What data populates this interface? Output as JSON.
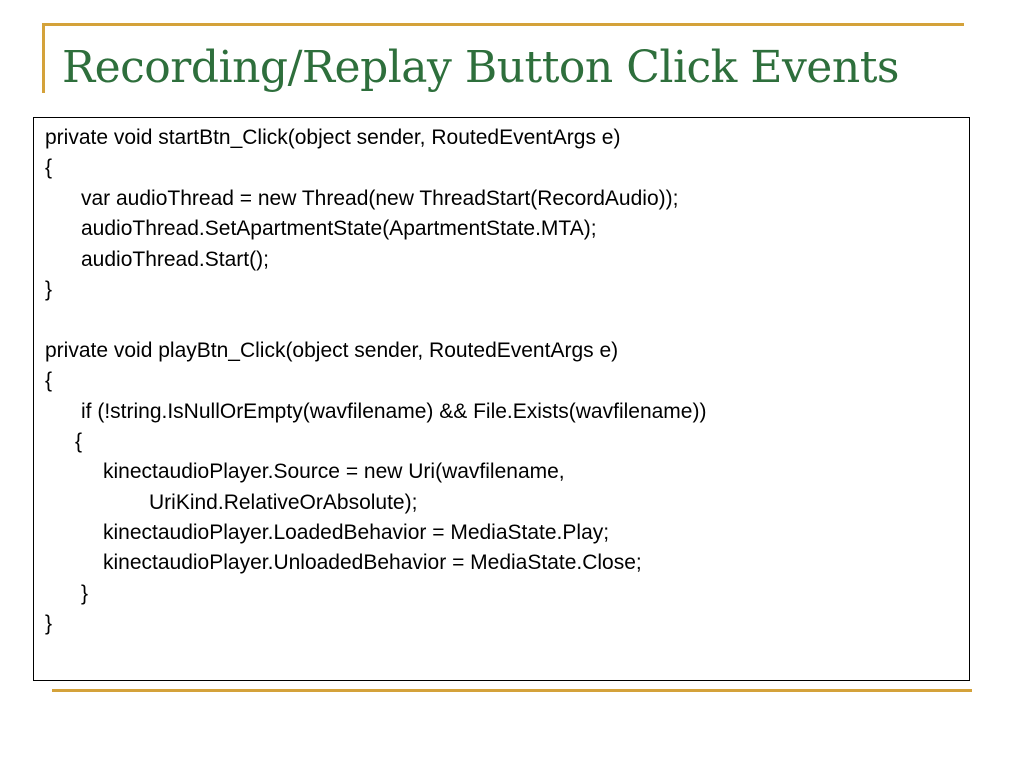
{
  "slide": {
    "title": "Recording/Replay Button Click Events"
  },
  "code": {
    "lines": [
      "private void startBtn_Click(object sender, RoutedEventArgs e)",
      "{",
      "var audioThread = new Thread(new ThreadStart(RecordAudio));",
      "audioThread.SetApartmentState(ApartmentState.MTA);",
      "audioThread.Start();",
      "}",
      "",
      "private void playBtn_Click(object sender, RoutedEventArgs e)",
      "{",
      "if (!string.IsNullOrEmpty(wavfilename) && File.Exists(wavfilename))",
      "{",
      "kinectaudioPlayer.Source = new Uri(wavfilename,",
      "UriKind.RelativeOrAbsolute);",
      "kinectaudioPlayer.LoadedBehavior = MediaState.Play;",
      "kinectaudioPlayer.UnloadedBehavior = MediaState.Close;",
      "}",
      "}"
    ]
  }
}
